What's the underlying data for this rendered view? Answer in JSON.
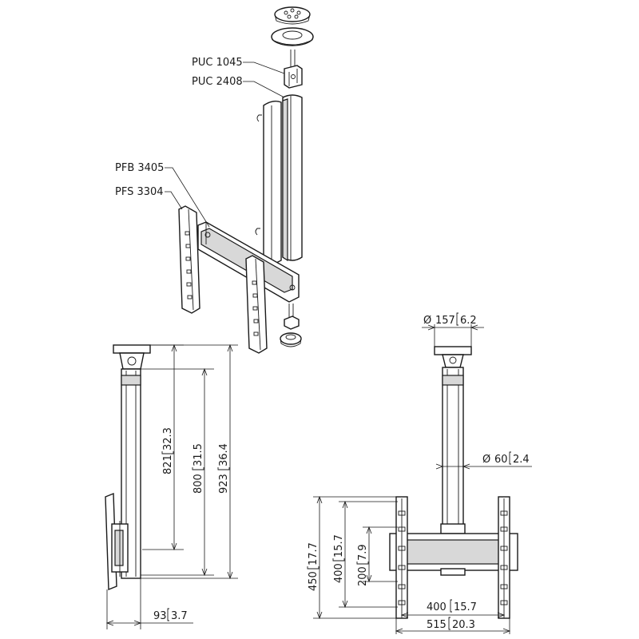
{
  "part_labels": {
    "puc1045": "PUC 1045",
    "puc2408": "PUC 2408",
    "pfb3405": "PFB 3405",
    "pfs3304": "PFS 3304"
  },
  "dimensions": {
    "side_821": {
      "mm": "821",
      "in": "32.3"
    },
    "side_800": {
      "mm": "800",
      "in": "31.5"
    },
    "side_923": {
      "mm": "923",
      "in": "36.4"
    },
    "side_93": {
      "mm": "93",
      "in": "3.7"
    },
    "plate_dia": {
      "prefix": "Ø",
      "mm": "157",
      "in": "6.2"
    },
    "tube_dia": {
      "prefix": "Ø",
      "mm": "60",
      "in": "2.4"
    },
    "front_450": {
      "mm": "450",
      "in": "17.7"
    },
    "front_400h": {
      "mm": "400",
      "in": "15.7"
    },
    "front_200": {
      "mm": "200",
      "in": "7.9"
    },
    "front_400w": {
      "mm": "400",
      "in": "15.7"
    },
    "front_515": {
      "mm": "515",
      "in": "20.3"
    }
  }
}
